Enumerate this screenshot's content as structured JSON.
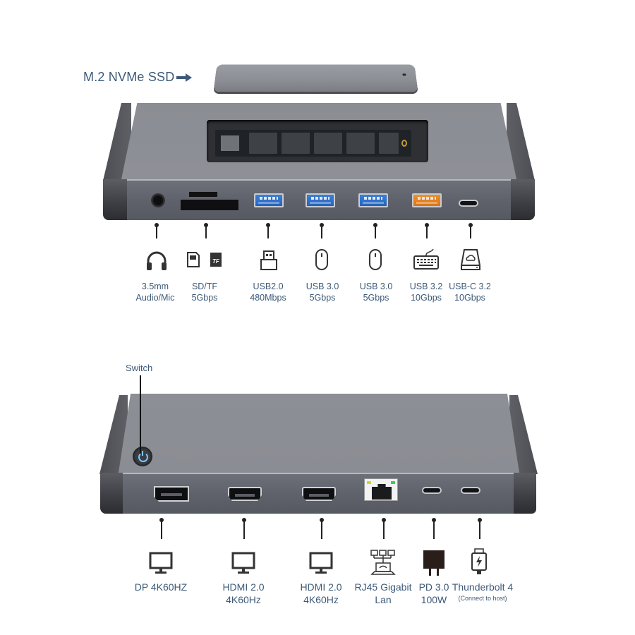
{
  "header": {
    "ssd_label": "M.2 NVMe SSD",
    "ssd_arrow_icon": "arrow-right-icon"
  },
  "top_device": {
    "ports": [
      {
        "id": "audio",
        "icon": "headphones-icon",
        "line1": "3.5mm",
        "line2": "Audio/Mic"
      },
      {
        "id": "sd-tf",
        "icon": "sd-tf-card-icon",
        "line1": "SD/TF",
        "line2": "5Gbps"
      },
      {
        "id": "usb2",
        "icon": "usb-plug-icon",
        "line1": "USB2.0",
        "line2": "480Mbps",
        "port_color": "#2f6fcc"
      },
      {
        "id": "usb3-a",
        "icon": "mouse-icon",
        "line1": "USB 3.0",
        "line2": "5Gbps",
        "port_color": "#2f6fcc"
      },
      {
        "id": "usb3-b",
        "icon": "mouse-icon",
        "line1": "USB 3.0",
        "line2": "5Gbps",
        "port_color": "#2f6fcc"
      },
      {
        "id": "usb32",
        "icon": "keyboard-icon",
        "line1": "USB 3.2",
        "line2": "10Gbps",
        "port_color": "#e8821e"
      },
      {
        "id": "usbc32",
        "icon": "external-drive-icon",
        "line1": "USB-C 3.2",
        "line2": "10Gbps"
      }
    ]
  },
  "bottom_device": {
    "switch_label": "Switch",
    "ports": [
      {
        "id": "dp",
        "icon": "monitor-icon",
        "line1": "DP 4K60HZ",
        "line2": ""
      },
      {
        "id": "hdmi-1",
        "icon": "monitor-icon",
        "line1": "HDMI 2.0",
        "line2": "4K60Hz"
      },
      {
        "id": "hdmi-2",
        "icon": "monitor-icon",
        "line1": "HDMI 2.0",
        "line2": "4K60Hz"
      },
      {
        "id": "rj45",
        "icon": "network-icon",
        "line1": "RJ45 Gigabit",
        "line2": "Lan"
      },
      {
        "id": "pd",
        "icon": "power-adapter-icon",
        "line1": "PD 3.0",
        "line2": "100W"
      },
      {
        "id": "tb4",
        "icon": "thunderbolt-cable-icon",
        "line1": "Thunderbolt 4",
        "line2": "(Connect to host)"
      }
    ]
  },
  "colors": {
    "label_text": "#3d5a78",
    "usb_blue": "#2f6fcc",
    "usb_orange": "#e8821e",
    "device_gray": "#8b8d94"
  }
}
